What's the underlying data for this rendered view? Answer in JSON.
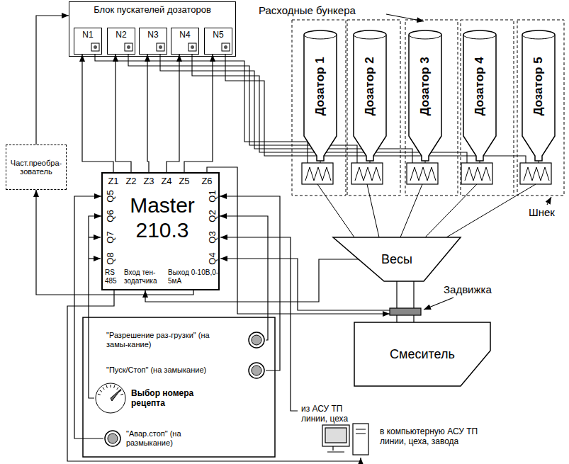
{
  "diagram": {
    "nodes": [
      {
        "text": [
          "Блок пускателей дозаторов"
        ]
      },
      {
        "text": [
          "N1"
        ],
        "in": 0
      },
      {
        "text": [
          "N2"
        ],
        "in": 0
      },
      {
        "text": [
          "N3"
        ],
        "in": 0
      },
      {
        "text": [
          "N4"
        ],
        "in": 0
      },
      {
        "text": [
          "N5"
        ],
        "in": 0
      },
      {
        "text": [
          "Дозатор 1"
        ]
      },
      {
        "text": [
          "Дозатор 2"
        ]
      },
      {
        "text": [
          "Дозатор 3"
        ]
      },
      {
        "text": [
          "Дозатор 4"
        ]
      },
      {
        "text": [
          "Дозатор 5"
        ]
      },
      {
        "text": [
          "Част.преобра-зователь"
        ]
      },
      {
        "text": [
          "Master 210.3",
          "Z1",
          "Z2",
          "Z3",
          "Z4",
          "Z5",
          "Z6",
          "Q1",
          "Q2",
          "Q3",
          "Q4",
          "Q5",
          "Q6",
          "Q7",
          "Q8",
          "RS 485",
          "Вход тен-зодатчика",
          "Выход 0-10В,0-5мА"
        ]
      },
      {
        "text": [
          "Весы"
        ]
      },
      {
        "text": [
          "Смеситель"
        ]
      },
      {
        "text": [
          "\"Разрешение раз-грузки\" (на замы-кание)"
        ]
      },
      {
        "text": [
          "\"Пуск/Стоп\" (на замыкание)"
        ]
      },
      {
        "text": [
          "Выбор номера рецепта"
        ]
      },
      {
        "text": [
          "\"Авар.стоп\" (на размыкание)"
        ]
      }
    ],
    "edges": [
      {
        "from": 12,
        "to": 1,
        "arrow": "to"
      },
      {
        "from": 12,
        "to": 2,
        "arrow": "to"
      },
      {
        "from": 12,
        "to": 3,
        "arrow": "to"
      },
      {
        "from": 12,
        "to": 4,
        "arrow": "to"
      },
      {
        "from": 12,
        "to": 5,
        "arrow": "to"
      },
      {
        "from": 12,
        "to": 11,
        "arrow": "to"
      },
      {
        "from": 11,
        "to": 0,
        "arrow": "to"
      },
      {
        "from": 13,
        "to": 12,
        "arrow": "to"
      },
      {
        "from": 15,
        "to": 12,
        "arrow": "to"
      },
      {
        "from": 16,
        "to": 12,
        "arrow": "to"
      },
      {
        "from": 17,
        "to": 12,
        "arrow": "to"
      },
      {
        "from": 18,
        "to": 12,
        "arrow": "to"
      }
    ],
    "labels": [
      "Расходные бункера",
      "Шнек",
      "Задвижка",
      "из АСУ ТП линии, цеха",
      "в компьютерную АСУ ТП линии, цеха, завода"
    ]
  }
}
